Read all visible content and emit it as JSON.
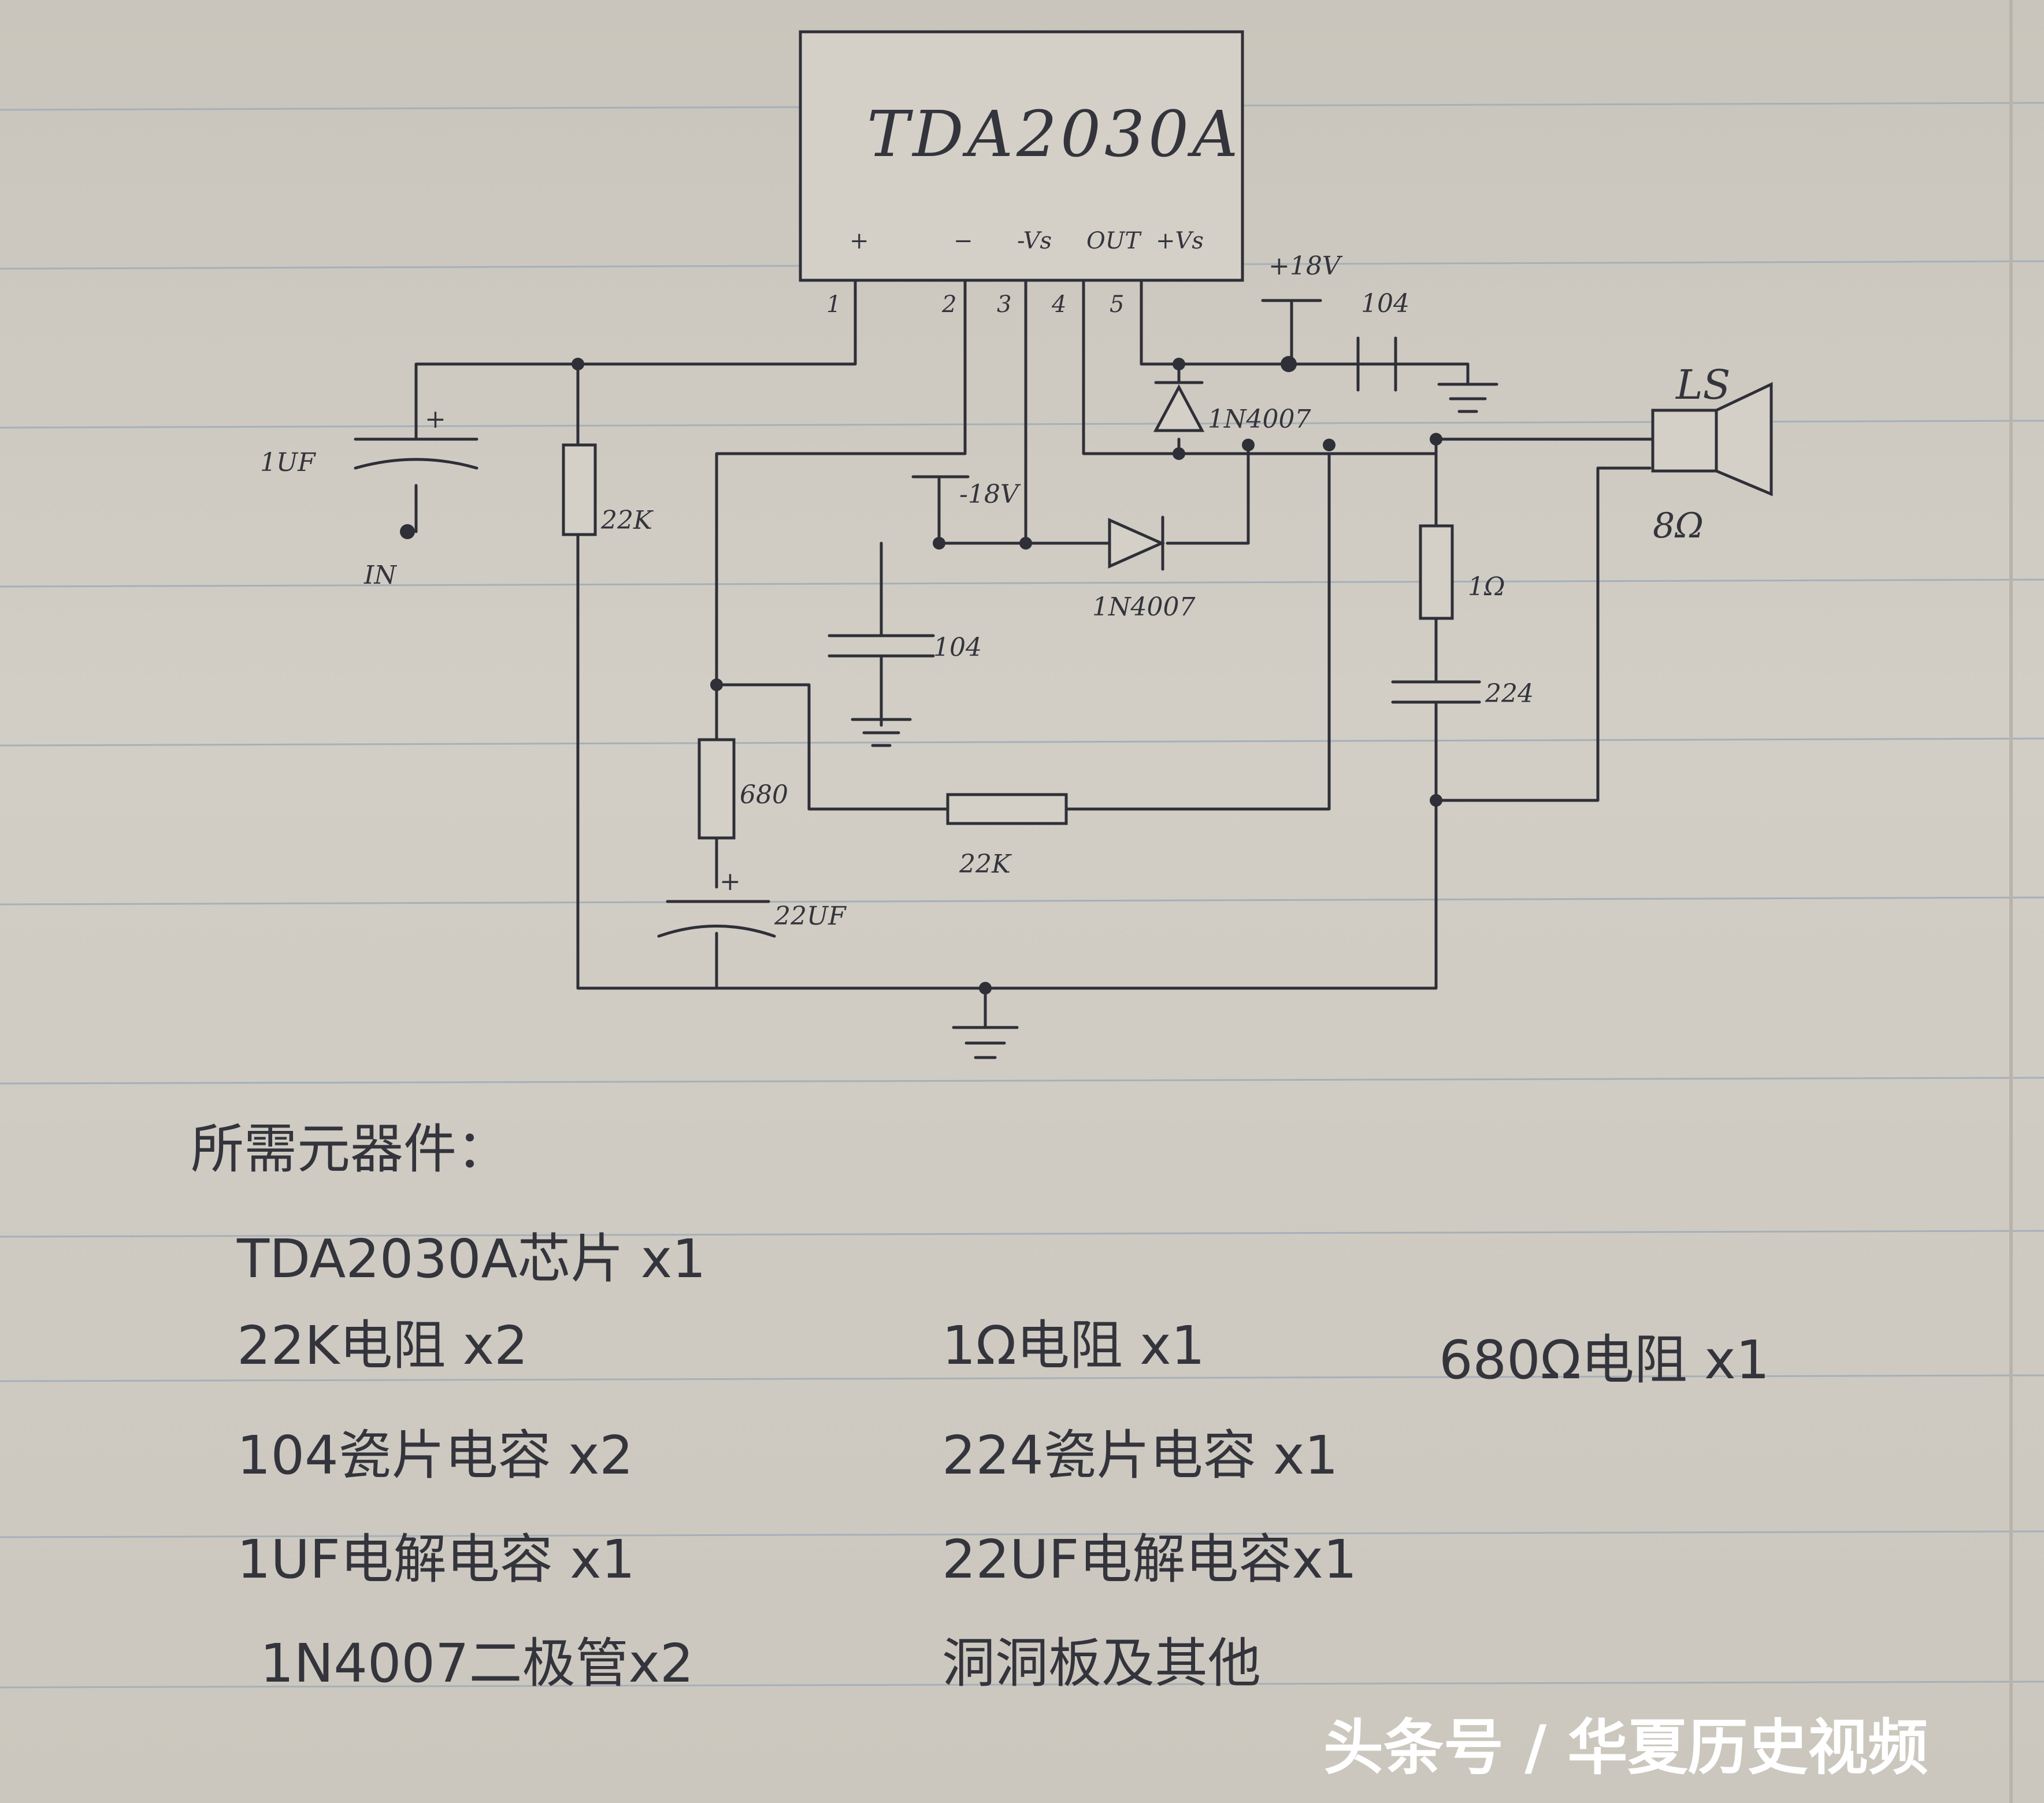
{
  "schematic": {
    "chip": "TDA2030A",
    "pin_signs": {
      "plus": "+",
      "minus": "−",
      "neg_supply": "-Vs",
      "out": "OUT",
      "pos_supply": "+Vs"
    },
    "pins": [
      "1",
      "2",
      "3",
      "4",
      "5"
    ],
    "supply_pos": "+18V",
    "supply_neg": "-18V",
    "cap_top": "104",
    "cap_mid": "104",
    "diode_top": "1N4007",
    "diode_mid": "1N4007",
    "cap_in": "1UF",
    "cap_in_plus": "+",
    "input": "IN",
    "r_bias": "22K",
    "r_680": "680",
    "r_fb": "22K",
    "cap_22uf": "22UF",
    "cap_22uf_plus": "+",
    "r_1ohm": "1Ω",
    "cap_224": "224",
    "speaker": "LS",
    "speaker_imp": "8Ω"
  },
  "parts_list": {
    "title": "所需元器件：",
    "items": [
      "TDA2030A芯片  x1",
      "22K电阻      x2",
      "1Ω电阻  x1",
      "680Ω电阻  x1",
      "104瓷片电容  x2",
      "224瓷片电容 x1",
      "1UF电解电容 x1",
      "22UF电解电容x1",
      "1N4007二极管x2",
      "洞洞板及其他"
    ]
  },
  "watermark": "头条号 / 华夏历史视频"
}
